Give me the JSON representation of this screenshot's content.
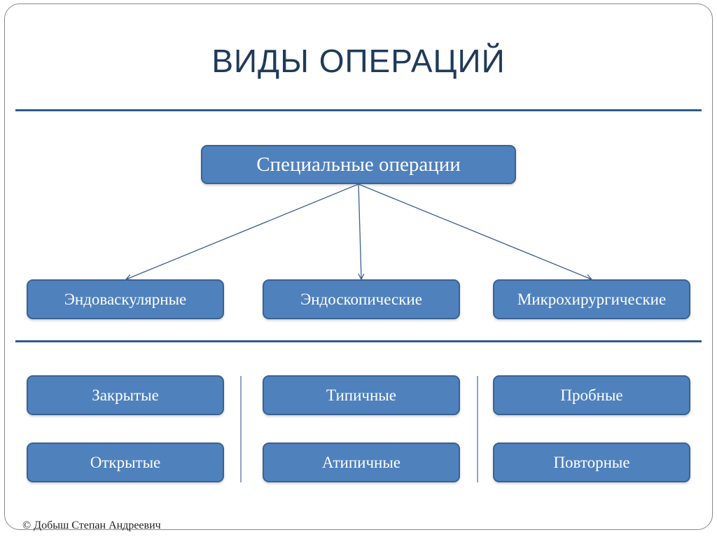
{
  "title": "ВИДЫ ОПЕРАЦИЙ",
  "root": {
    "label": "Специальные операции"
  },
  "children": [
    {
      "label": "Эндоваскулярные"
    },
    {
      "label": "Эндоскопические"
    },
    {
      "label": "Микрохирургические"
    }
  ],
  "grid": {
    "left": [
      {
        "label": "Закрытые"
      },
      {
        "label": "Открытые"
      }
    ],
    "middle": [
      {
        "label": "Типичные"
      },
      {
        "label": "Атипичные"
      }
    ],
    "right": [
      {
        "label": "Пробные"
      },
      {
        "label": "Повторные"
      }
    ]
  },
  "footer": {
    "text": "© Добыш Степан Андреевич"
  },
  "colors": {
    "box_fill": "#4f81bd",
    "box_border": "#3a6294",
    "title": "#1f3a5a",
    "rule": "#2e5a8e"
  }
}
